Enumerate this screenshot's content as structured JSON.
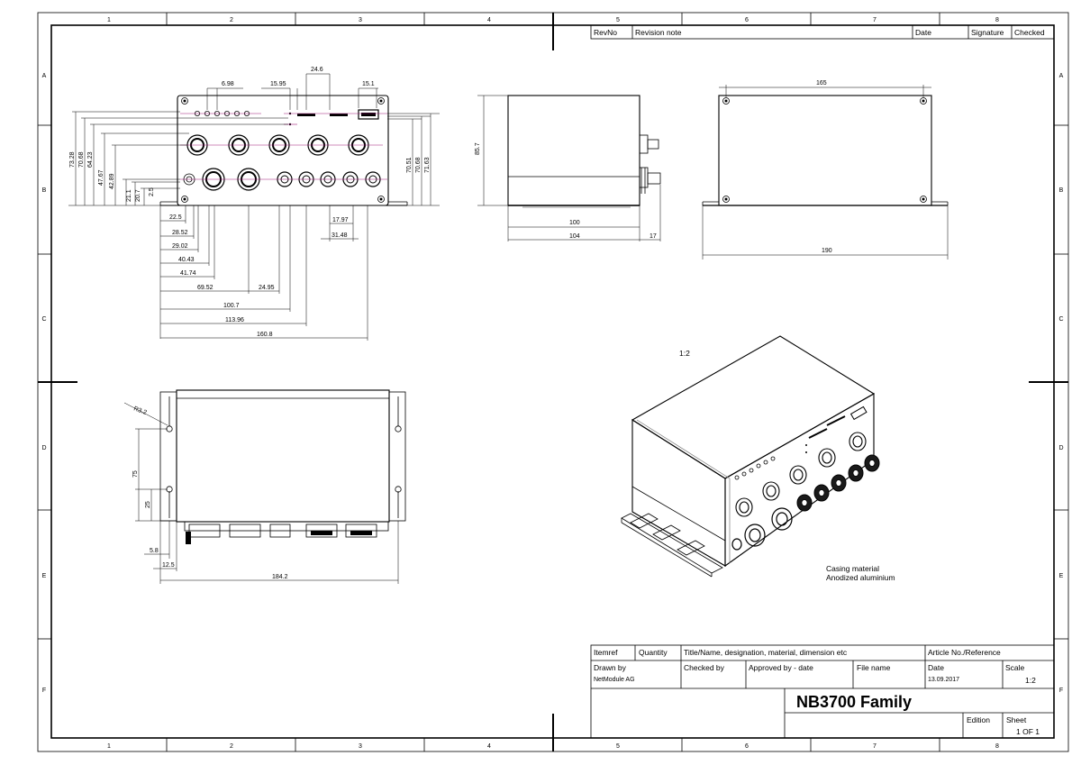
{
  "frame": {
    "col_labels": [
      "1",
      "2",
      "3",
      "4",
      "5",
      "6",
      "7",
      "8"
    ],
    "row_labels": [
      "A",
      "B",
      "C",
      "D",
      "E",
      "F"
    ]
  },
  "revision_table": {
    "headers": [
      "RevNo",
      "Revision note",
      "Date",
      "Signature",
      "Checked"
    ]
  },
  "front_view": {
    "top_dims": [
      "6.98",
      "15.95",
      "24.6",
      "15.1"
    ],
    "left_dims": [
      "73.28",
      "70.68",
      "64.23",
      "47.67",
      "42.89",
      "21.1",
      "20.7",
      "2.5"
    ],
    "right_dims": [
      "70.51",
      "70.68",
      "71.63"
    ],
    "bottom_dims": [
      "22.5",
      "28.52",
      "29.02",
      "40.43",
      "41.74",
      "69.52",
      "24.95",
      "100.7",
      "113.96",
      "160.8"
    ],
    "mid_dims": [
      "17.97",
      "31.48"
    ]
  },
  "side_view": {
    "height": "85.7",
    "dims": [
      "100",
      "104",
      "17"
    ]
  },
  "rear_view": {
    "dims": [
      "165",
      "190"
    ]
  },
  "top_view": {
    "dims": [
      "R3.2",
      "75",
      "25",
      "5.8",
      "12.5",
      "184.2"
    ]
  },
  "iso_view": {
    "scale": "1:2"
  },
  "casing_note": {
    "line1": "Casing material",
    "line2": "Anodized aluminium"
  },
  "title_block": {
    "itemref": "Itemref",
    "quantity": "Quantity",
    "title_label": "Title/Name, designation, material, dimension etc",
    "article_label": "Article No./Reference",
    "drawn_by_label": "Drawn by",
    "drawn_by": "NetModule AG",
    "checked_by_label": "Checked by",
    "approved_label": "Approved by - date",
    "file_name_label": "File name",
    "date_label": "Date",
    "date": "13.09.2017",
    "scale_label": "Scale",
    "scale": "1:2",
    "title": "NB3700 Family",
    "edition_label": "Edition",
    "sheet_label": "Sheet",
    "sheet": "1 OF 1"
  }
}
